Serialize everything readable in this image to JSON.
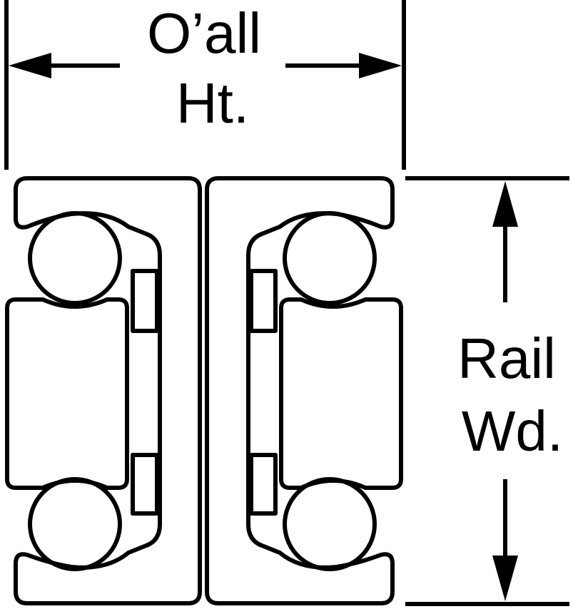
{
  "diagram": {
    "title": "",
    "overall_height_label": [
      "O’all",
      "Ht."
    ],
    "rail_width_label": [
      "Rail",
      "Wd."
    ],
    "colors": {
      "line": "#000000",
      "background": "#ffffff"
    }
  }
}
